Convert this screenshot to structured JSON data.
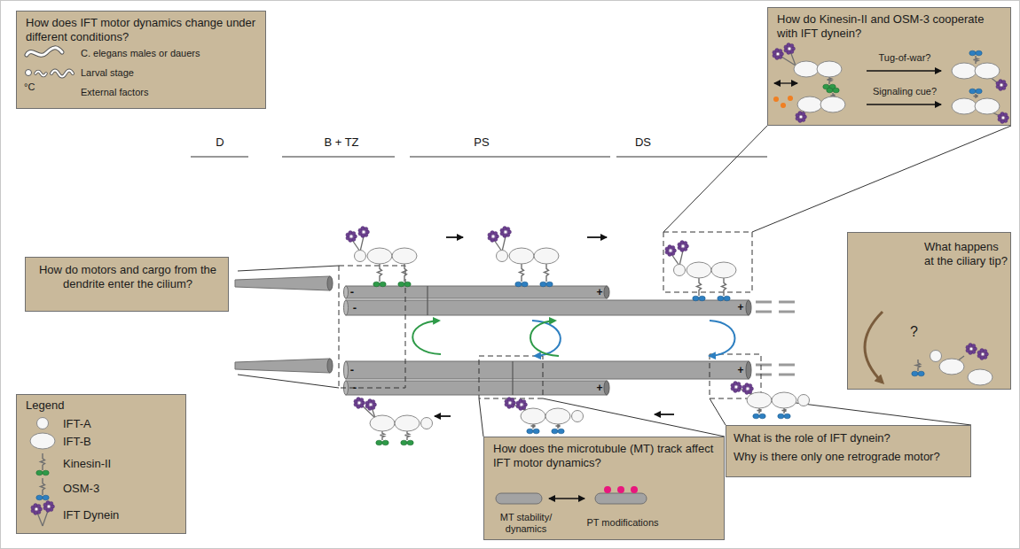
{
  "diagram": {
    "nodes": [
      {
        "text": [
          "How does IFT motor dynamics change under different conditions?",
          "C. elegans males or dauers",
          "Larval stage",
          "°C",
          "External factors"
        ]
      },
      {
        "text": [
          "How do Kinesin-II and OSM-3 cooperate with IFT dynein?",
          "Tug-of-war?",
          "Signaling cue?"
        ]
      },
      {
        "text": [
          "What happens at the ciliary tip?",
          "?"
        ]
      },
      {
        "text": [
          "How do motors and cargo from the dendrite enter the cilium?"
        ]
      },
      {
        "text": [
          "Legend"
        ]
      },
      {
        "text": [
          "How does the microtubule (MT) track affect IFT motor dynamics?",
          "MT stability/ dynamics",
          "PT modifications"
        ]
      },
      {
        "text": [
          "What is the role of IFT dynein?",
          "Why is there only one retrograde motor?"
        ]
      }
    ],
    "labels": [
      "D",
      "B + TZ",
      "PS",
      "DS",
      "-",
      "-",
      "+",
      "+",
      "-",
      "-",
      "+",
      "+"
    ],
    "legend": [
      {
        "text": "IFT-A"
      },
      {
        "text": "IFT-B"
      },
      {
        "text": "Kinesin-II"
      },
      {
        "text": "OSM-3"
      },
      {
        "text": "IFT Dynein"
      }
    ]
  }
}
